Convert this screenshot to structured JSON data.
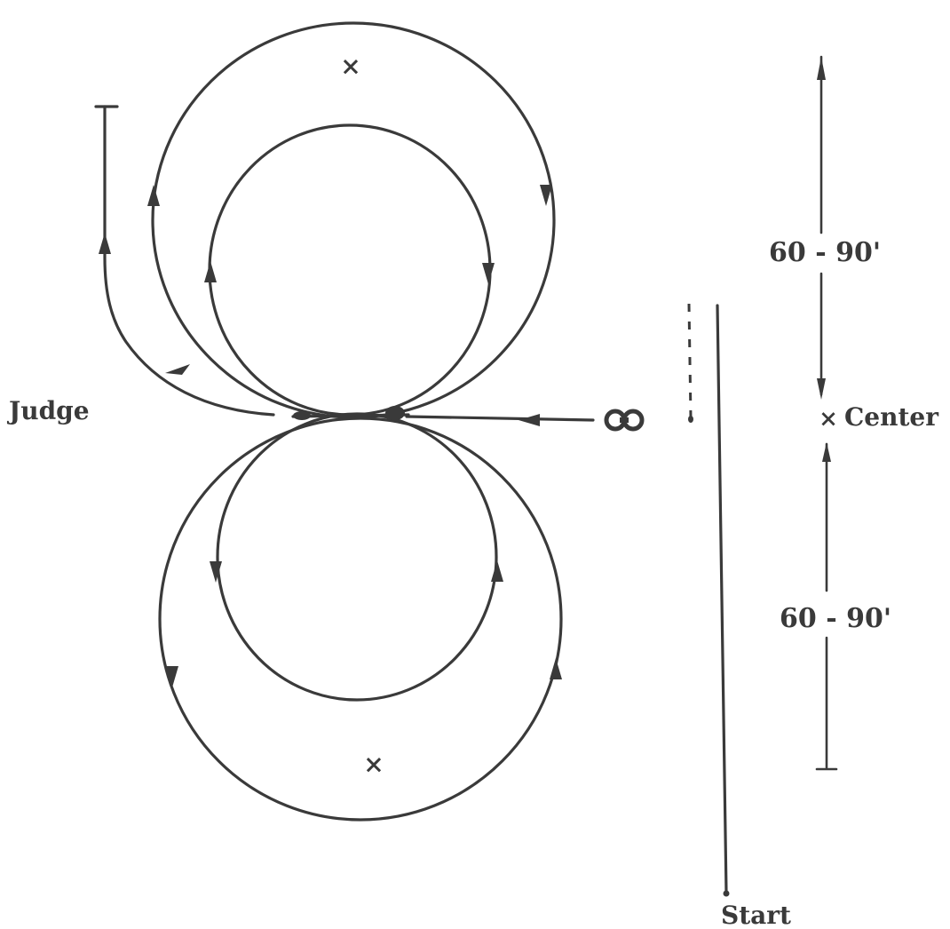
{
  "labels": {
    "judge": "Judge",
    "center": "Center",
    "start": "Start",
    "distance_top": "60 - 90'",
    "distance_bottom": "60 - 90'"
  },
  "markers": {
    "center_mark": "×",
    "top_circle_center_mark": "×",
    "bottom_circle_center_mark": "×"
  },
  "icons": [
    "binoculars-icon"
  ],
  "colors": {
    "ink": "#3a3a3a",
    "background": "#ffffff"
  }
}
